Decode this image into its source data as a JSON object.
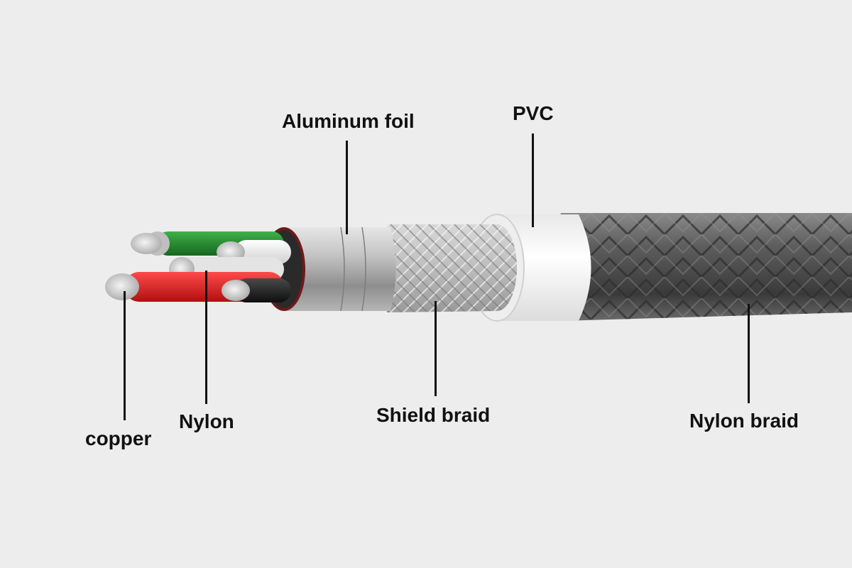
{
  "labels": {
    "aluminum_foil": "Aluminum foil",
    "pvc": "PVC",
    "copper": "copper",
    "nylon": "Nylon",
    "shield_braid": "Shield braid",
    "nylon_braid": "Nylon braid"
  },
  "colors": {
    "background": "#ededed",
    "text": "#111111",
    "wire_green": "#1f8a2c",
    "wire_red": "#e02020",
    "wire_white": "#f2f2f2",
    "wire_black": "#1a1a1a",
    "foil": "#b9b9b9",
    "shield_braid": "#c8c8c8",
    "pvc": "#f7f7f7",
    "nylon_braid": "#555555"
  }
}
